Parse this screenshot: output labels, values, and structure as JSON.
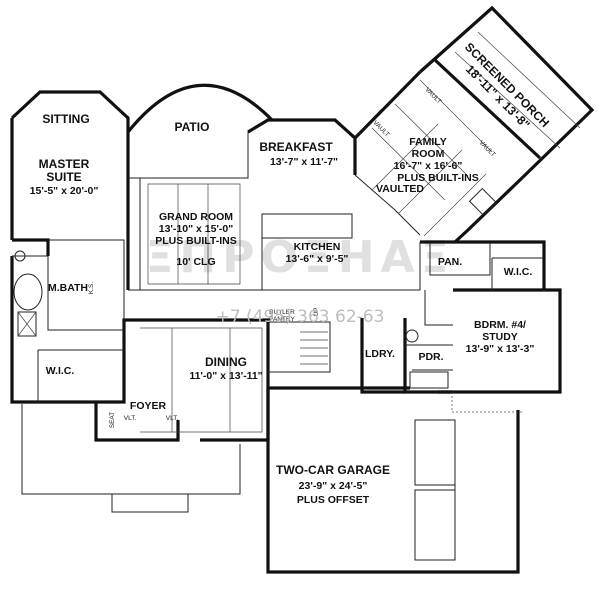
{
  "rooms": {
    "sitting": "SITTING",
    "patio": "PATIO",
    "breakfast": {
      "name": "BREAKFAST",
      "dim": "13'-7\" x 11'-7\""
    },
    "screened_porch": {
      "name": "SCREENED PORCH",
      "dim": "18'-11\" x 13'-8\""
    },
    "family_room": {
      "name1": "FAMILY",
      "name2": "ROOM",
      "dim": "16'-7\" x 16'-6\"",
      "extra1": "PLUS BUILT-INS",
      "extra2": "VAULTED"
    },
    "master_suite": {
      "name1": "MASTER",
      "name2": "SUITE",
      "dim": "15'-5\" x 20'-0\""
    },
    "grand_room": {
      "name": "GRAND ROOM",
      "dim": "13'-10\" x 15'-0\"",
      "extra": "PLUS BUILT-INS",
      "ceiling": "10' CLG"
    },
    "kitchen": {
      "name": "KITCHEN",
      "dim": "13'-6\" x 9'-5\""
    },
    "pantry": "PAN.",
    "wic_bedroom": "W.I.C.",
    "mbath": "M.BATH",
    "wic_master": "W.I.C.",
    "bedroom4": {
      "name1": "BDRM. #4/",
      "name2": "STUDY",
      "dim": "13'-9\" x 13'-3\""
    },
    "butler_pantry": {
      "line1": "BUTLER",
      "line2": "PANTRY"
    },
    "dining": {
      "name": "DINING",
      "dim": "11'-0\" x 13'-11\""
    },
    "laundry": "LDRY.",
    "powder": "PDR.",
    "foyer": "FOYER",
    "garage": {
      "name": "TWO-CAR GARAGE",
      "dim": "23'-9\" x 24'-5\"",
      "extra": "PLUS OFFSET"
    }
  },
  "annotations": {
    "vault_1": "VAULT",
    "vault_2": "VAULT",
    "vault_3": "VAULT",
    "vlt_1": "VLT.",
    "vlt_2": "VLT.",
    "seat": "SEAT",
    "up": "UP",
    "ks": "K.S."
  },
  "watermark": {
    "phone": "+7 (495) 363 62-63"
  }
}
